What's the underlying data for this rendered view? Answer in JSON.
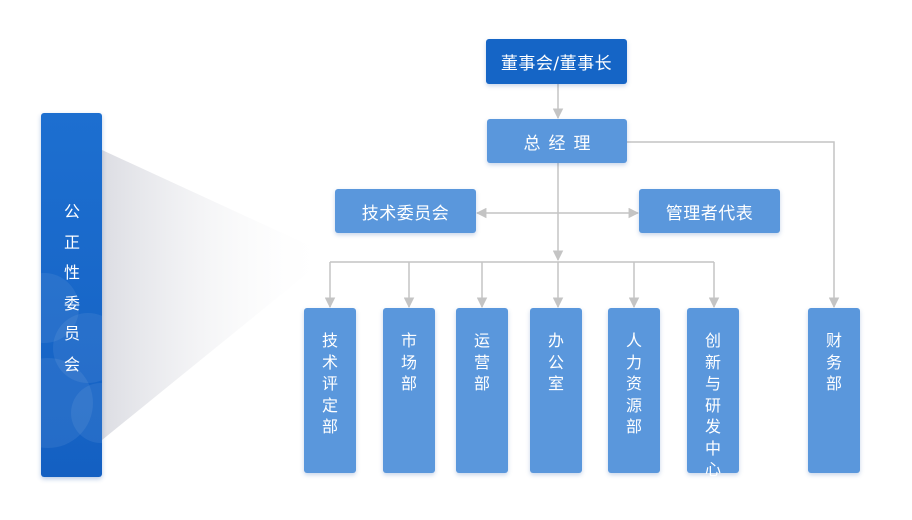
{
  "side_panel": {
    "label": "公正性委员会"
  },
  "top": {
    "label": "董事会/董事长"
  },
  "gm": {
    "label": "总经理"
  },
  "tech_committee": {
    "label": "技术委员会"
  },
  "mgmt_rep": {
    "label": "管理者代表"
  },
  "departments": [
    "技术评定部",
    "市场部",
    "运营部",
    "办公室",
    "人力资源部",
    "创新与研发中心",
    "财务部"
  ],
  "colors": {
    "dark": "#1565c6",
    "light": "#5a97dc",
    "line": "#c4c4c4"
  }
}
